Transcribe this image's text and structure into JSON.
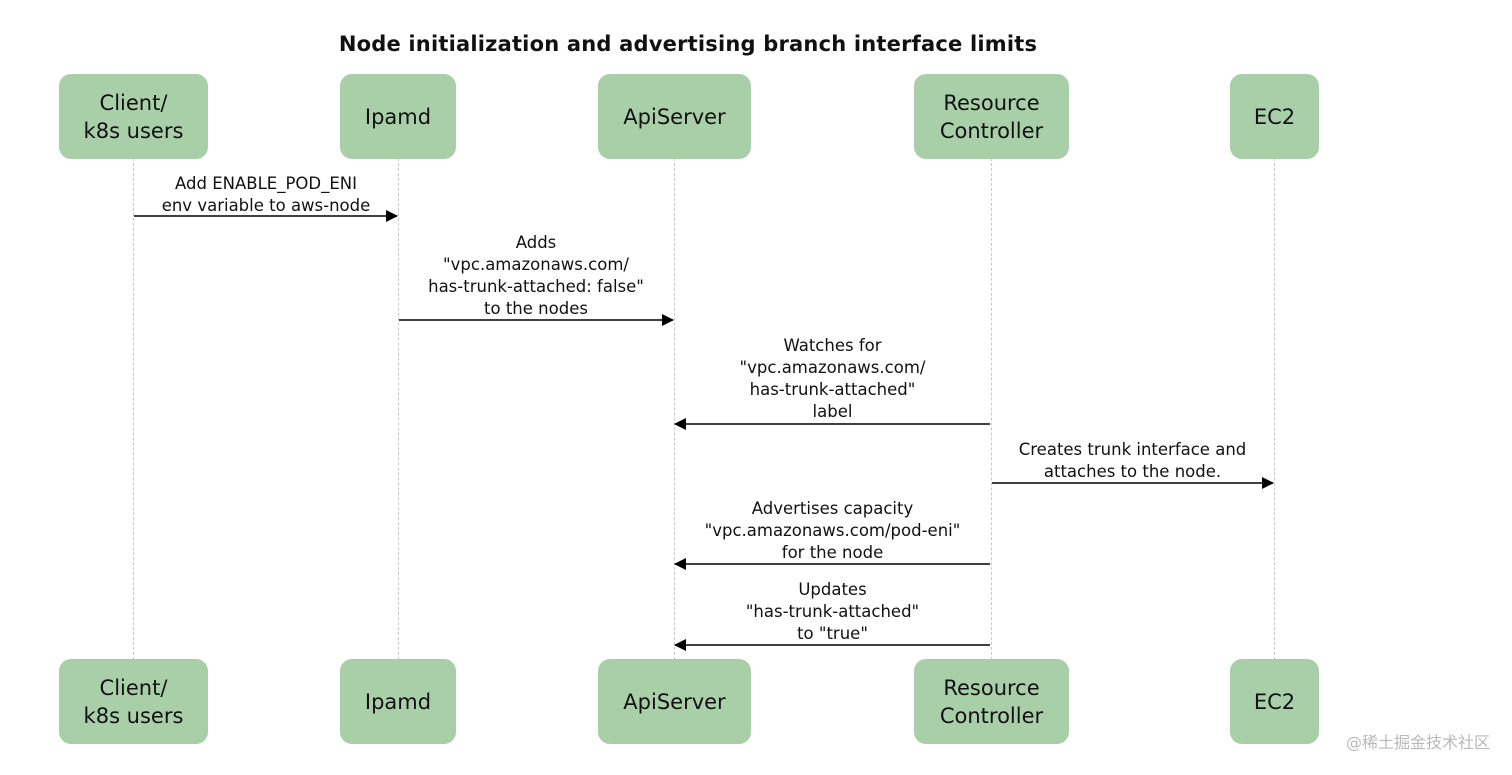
{
  "title": "Node initialization and advertising branch interface limits",
  "participants": {
    "client": "Client/\nk8s users",
    "ipamd": "Ipamd",
    "apiserver": "ApiServer",
    "resource_controller": "Resource\nController",
    "ec2": "EC2"
  },
  "messages": [
    {
      "from": "client",
      "to": "ipamd",
      "text": "Add ENABLE_POD_ENI\nenv variable to aws-node"
    },
    {
      "from": "ipamd",
      "to": "apiserver",
      "text": "Adds\n\"vpc.amazonaws.com/\nhas-trunk-attached: false\"\nto the nodes"
    },
    {
      "from": "resource_controller",
      "to": "apiserver",
      "text": "Watches for\n\"vpc.amazonaws.com/\nhas-trunk-attached\"\nlabel"
    },
    {
      "from": "resource_controller",
      "to": "ec2",
      "text": "Creates trunk interface and\nattaches to the node."
    },
    {
      "from": "resource_controller",
      "to": "apiserver",
      "text": "Advertises capacity\n\"vpc.amazonaws.com/pod-eni\"\nfor the node"
    },
    {
      "from": "resource_controller",
      "to": "apiserver",
      "text": "Updates\n\"has-trunk-attached\"\nto \"true\""
    }
  ],
  "watermark": "@稀土掘金技术社区",
  "colors": {
    "participant_fill": "#a8cfa8",
    "lifeline": "#c8c8c8",
    "arrow": "#000000"
  }
}
